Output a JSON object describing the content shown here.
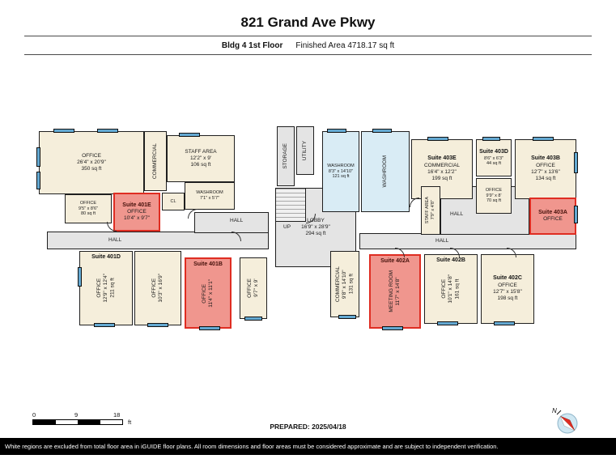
{
  "header": {
    "title": "821 Grand Ave Pkwy",
    "floor": "Bldg 4 1st Floor",
    "area": "Finished Area 4718.17 sq ft"
  },
  "labels": {
    "hall": "HALL",
    "up": "UP",
    "north": "N"
  },
  "scalebar": {
    "t0": "0",
    "t1": "9",
    "t2": "18",
    "unit": "ft"
  },
  "rooms": {
    "office_nw": {
      "name": "OFFICE",
      "dims": "26'4\" x 20'9\"",
      "area": "350 sq ft"
    },
    "commercial_n": {
      "name": "COMMERCIAL"
    },
    "staff_area_nw": {
      "name": "STAFF AREA",
      "dims": "12'2\" x 9'",
      "area": "106 sq ft"
    },
    "washroom_nw": {
      "name": "WASHROOM",
      "dims": "7'1\" x 5'7\""
    },
    "office_80": {
      "name": "OFFICE",
      "dims": "9'5\" x 8'6\"",
      "area": "80 sq ft"
    },
    "suite_401e": {
      "suite": "Suite 401E",
      "name": "OFFICE",
      "dims": "10'4\" x 9'7\""
    },
    "closet": {
      "name": "CL"
    },
    "suite_401d": {
      "suite": "Suite 401D",
      "name": "OFFICE",
      "dims": "12'9\" x 12'4\"",
      "area": "211 sq ft"
    },
    "office_sw": {
      "name": "OFFICE",
      "dims": "10'3\" x 16'9\""
    },
    "suite_401b": {
      "suite": "Suite 401B",
      "name": "OFFICE",
      "dims": "11'4\" x 11'1\""
    },
    "office_sw2": {
      "name": "OFFICE",
      "dims": "9'7\" x 9'"
    },
    "storage": {
      "name": "STORAGE"
    },
    "utility": {
      "name": "UTILITY"
    },
    "lobby": {
      "name": "LOBBY",
      "dims": "16'9\" x 28'9\"",
      "area": "294 sq ft"
    },
    "commercial_s": {
      "name": "COMMERCIAL",
      "dims": "9'8\" x 14'10\"",
      "area": "131 sq ft"
    },
    "washroom_a": {
      "name": "WASHROOM",
      "dims": "8'3\" x 14'10\"",
      "area": "121 sq ft"
    },
    "washroom_b": {
      "name": "WASHROOM"
    },
    "suite_403e": {
      "suite": "Suite 403E",
      "name": "COMMERCIAL",
      "dims": "16'4\" x 12'2\"",
      "area": "199 sq ft"
    },
    "suite_403d": {
      "suite": "Suite 403D",
      "dims": "8'6\" x 6'3\"",
      "area": "44 sq ft"
    },
    "suite_403b": {
      "suite": "Suite 403B",
      "name": "OFFICE",
      "dims": "12'7\" x 13'6\"",
      "area": "134 sq ft"
    },
    "office_ne": {
      "name": "OFFICE",
      "dims": "9'9\" x 8'",
      "area": "70 sq ft"
    },
    "staff_area_e": {
      "name": "STAFF AREA",
      "dims": "7'9\" x 4'8\""
    },
    "suite_403a": {
      "suite": "Suite 403A",
      "name": "OFFICE"
    },
    "suite_402a": {
      "suite": "Suite 402A",
      "name": "MEETING ROOM",
      "dims": "11'7\" x 14'8\""
    },
    "suite_402b": {
      "suite": "Suite 402B",
      "name": "OFFICE",
      "dims": "10'1\" x 14'8\"",
      "area": "161 sq ft"
    },
    "suite_402c": {
      "suite": "Suite 402C",
      "name": "OFFICE",
      "dims": "12'7\" x 15'8\"",
      "area": "198 sq ft"
    }
  },
  "footer": {
    "prepared": "PREPARED: 2025/04/18",
    "disclaimer": "White regions are excluded from total floor area in iGUIDE floor plans. All room dimensions and floor areas must be considered approximate and are subject to independent verification."
  }
}
